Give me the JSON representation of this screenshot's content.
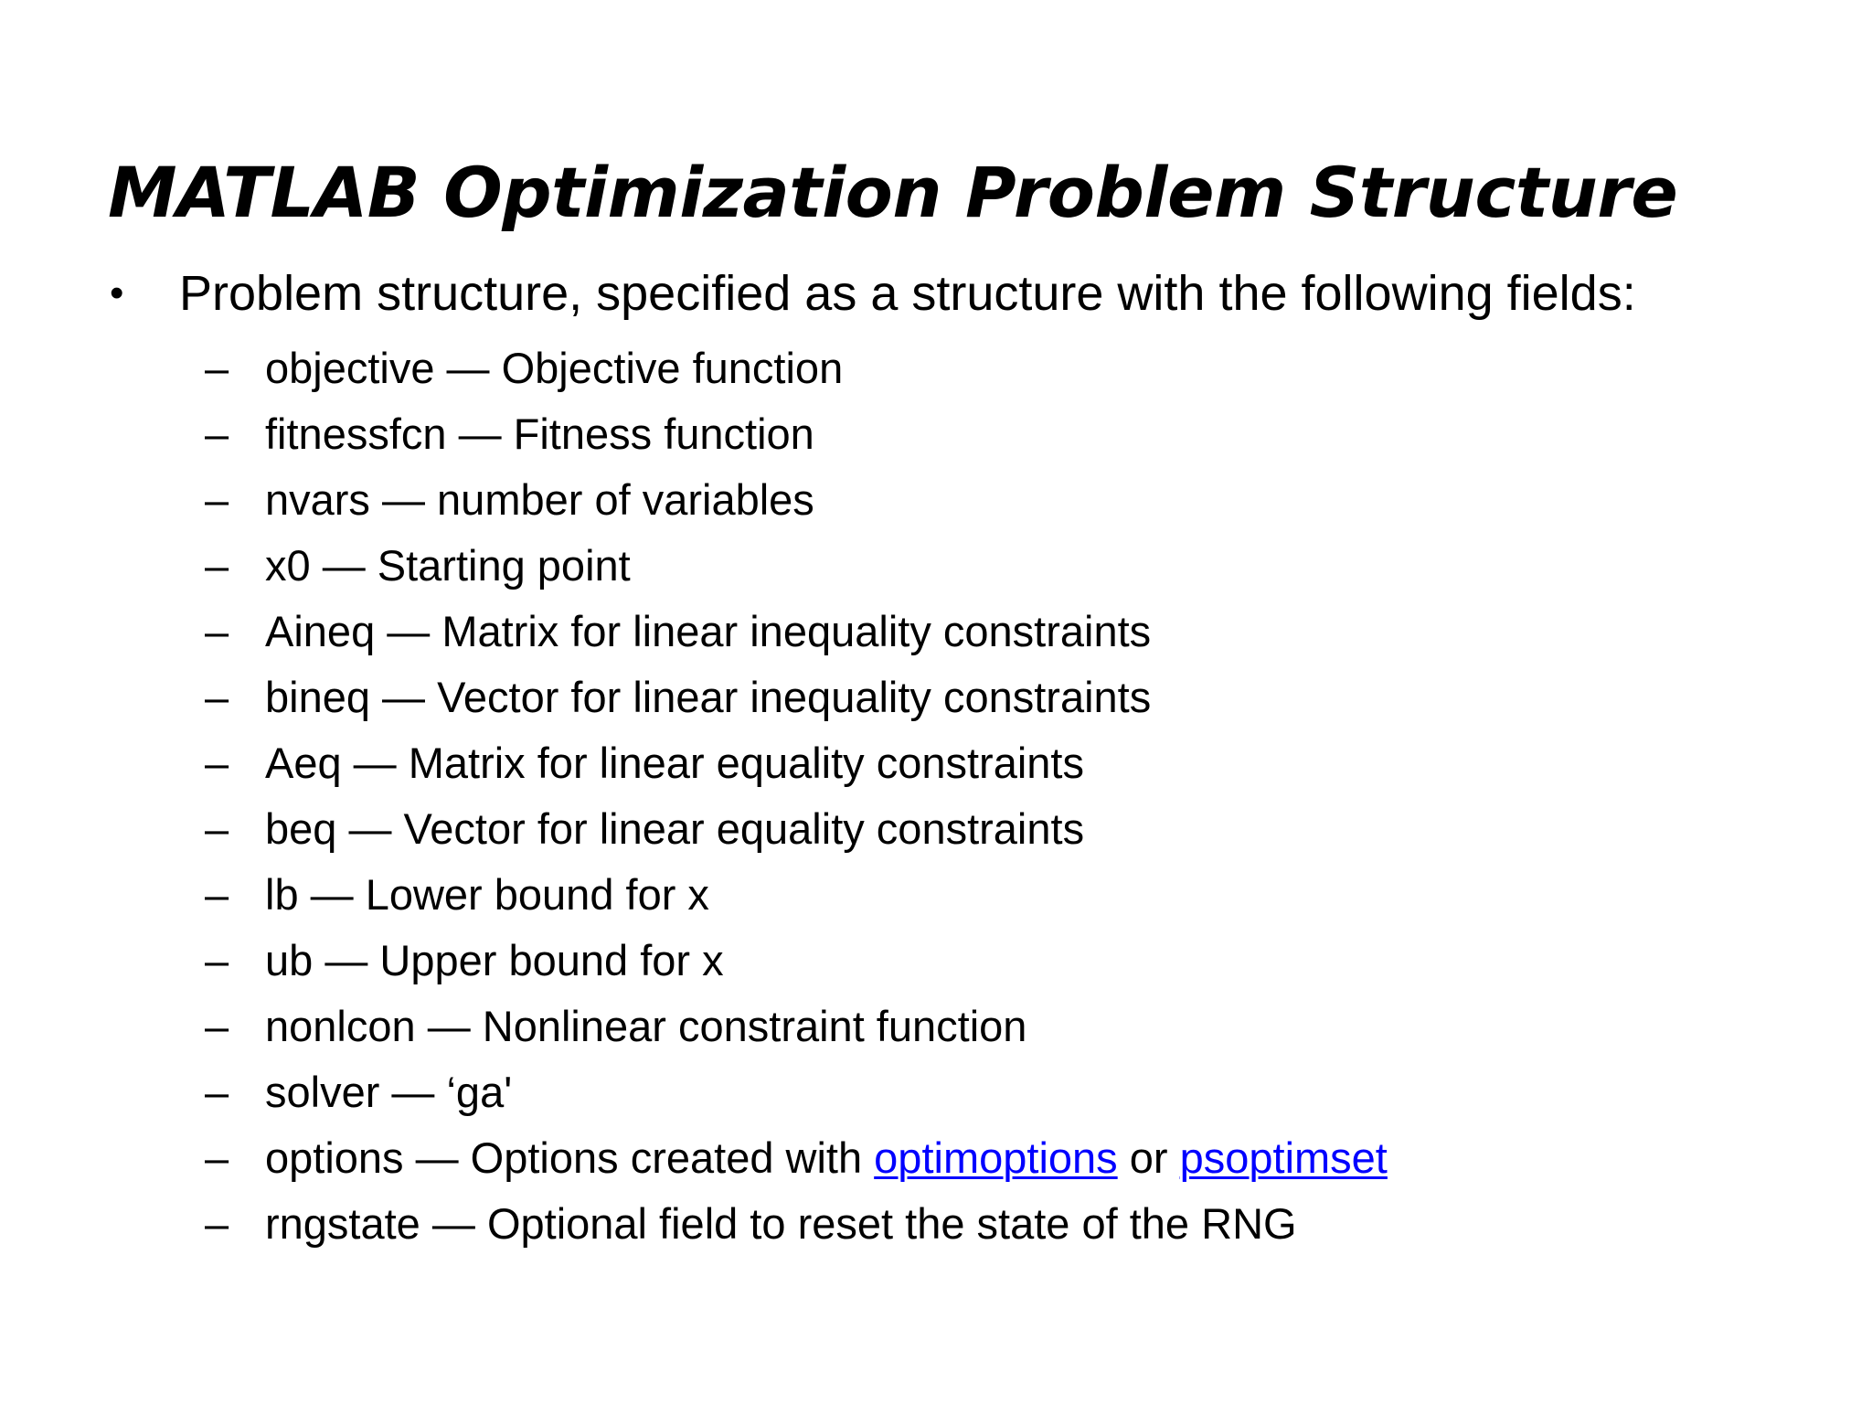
{
  "slide": {
    "title": "MATLAB Optimization Problem Structure",
    "background_color": "#FFFFFF",
    "text_color": "#000000",
    "link_color": "#0000FF"
  },
  "bullets": {
    "level1_marker": "•",
    "level2_marker": "–",
    "lead": "Problem structure, specified as a structure with the following fields:",
    "fields": [
      {
        "text": "objective — Objective function"
      },
      {
        "text": "fitnessfcn — Fitness function"
      },
      {
        "text": "nvars — number of variables"
      },
      {
        "text": "x0 — Starting point"
      },
      {
        "text": "Aineq — Matrix for linear inequality constraints"
      },
      {
        "text": "bineq — Vector for linear inequality constraints"
      },
      {
        "text": "Aeq — Matrix for linear equality constraints"
      },
      {
        "text": "beq — Vector for linear equality constraints"
      },
      {
        "text": "lb — Lower bound for x"
      },
      {
        "text": "ub — Upper bound for x"
      },
      {
        "text": "nonlcon — Nonlinear constraint function"
      },
      {
        "text": "solver — ‘ga'"
      },
      {
        "text": "options — Options created with optimoptions or psoptimset",
        "segments": [
          {
            "text": "options — Options created with ",
            "link": false
          },
          {
            "text": "optimoptions",
            "link": true
          },
          {
            "text": " or ",
            "link": false
          },
          {
            "text": "psoptimset",
            "link": true
          }
        ]
      },
      {
        "text": "rngstate — Optional field to reset the state of the RNG"
      }
    ]
  }
}
